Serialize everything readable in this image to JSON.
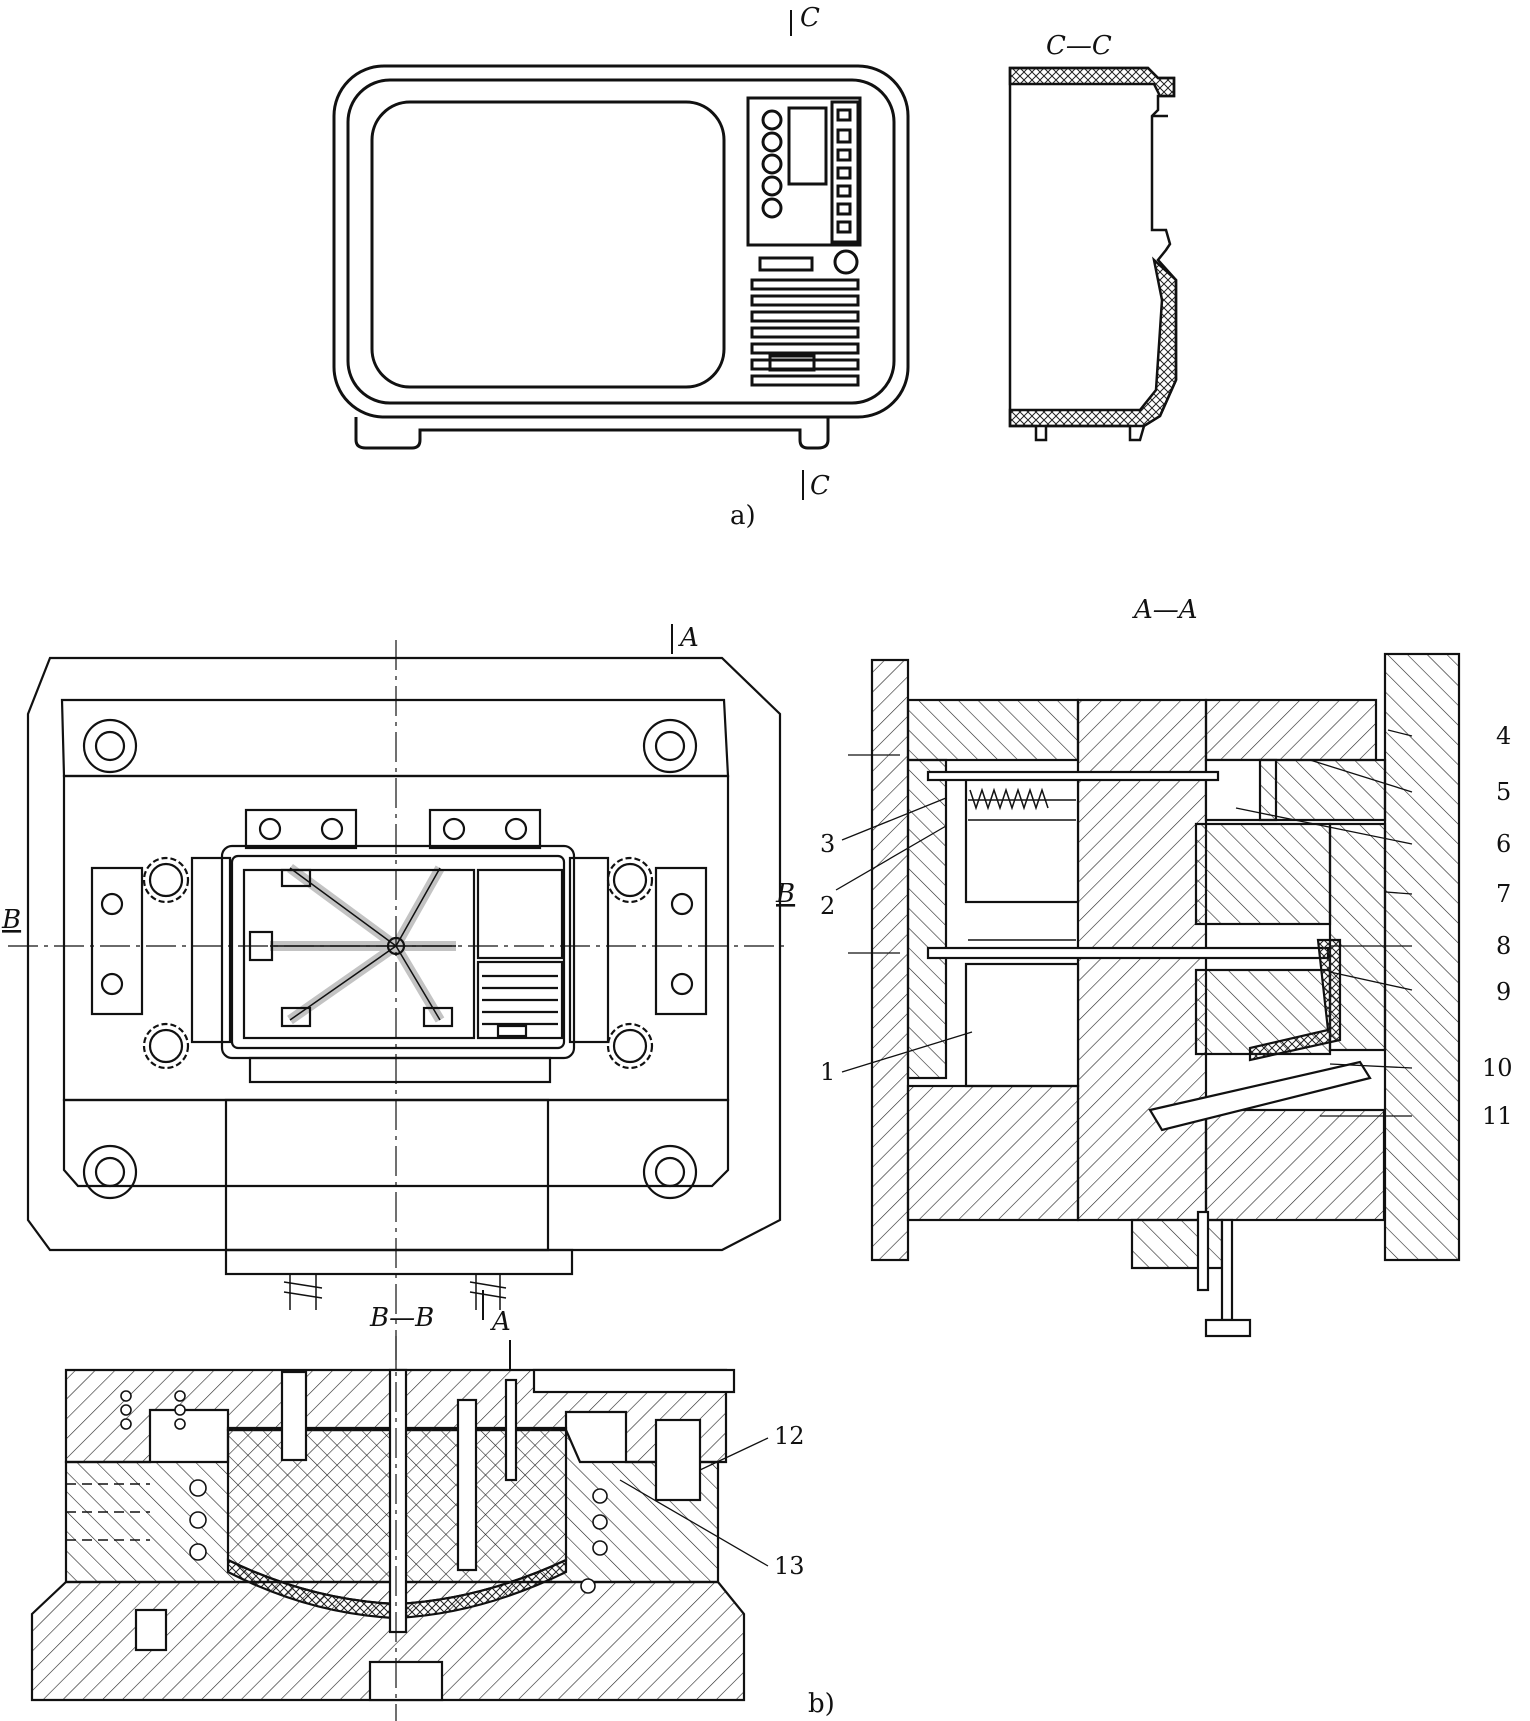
{
  "figure": {
    "part_a_label": "a)",
    "part_b_label": "b)",
    "section_marks": {
      "c_top": "C",
      "c_bottom": "C",
      "a_top": "A",
      "a_bottom": "A",
      "b_left": "B",
      "b_right": "B"
    },
    "section_titles": {
      "cc": "C—C",
      "aa": "A—A",
      "bb": "B—B"
    },
    "callouts": [
      "1",
      "2",
      "3",
      "4",
      "5",
      "6",
      "7",
      "8",
      "9",
      "10",
      "11",
      "12",
      "13"
    ]
  }
}
